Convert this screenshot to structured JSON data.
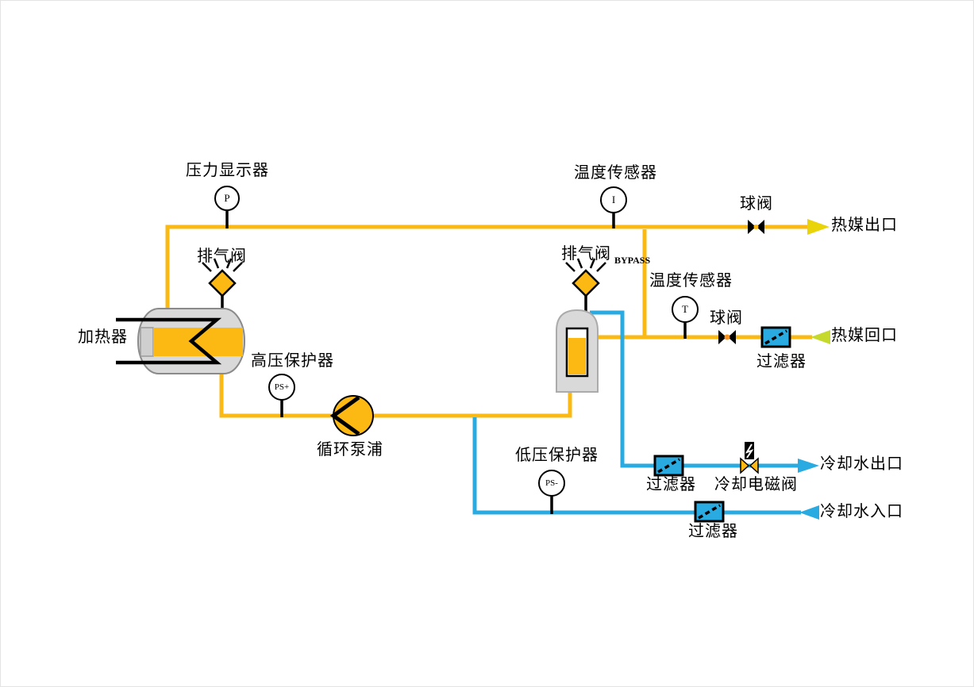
{
  "title": "heating-cooling piping diagram",
  "labels": {
    "pressure_display": "压力显示器",
    "temp_sensor": "温度传感器",
    "ball_valve": "球阀",
    "exhaust_valve": "排气阀",
    "bypass": "BYPASS",
    "heater": "加热器",
    "hp_protector": "高压保护器",
    "pump": "循环泵浦",
    "lp_protector": "低压保护器",
    "filter": "过滤器",
    "cooling_solenoid": "冷却电磁阀"
  },
  "ports": {
    "heat_medium_outlet": "热媒出口",
    "heat_medium_return": "热媒回口",
    "cooling_water_outlet": "冷却水出口",
    "cooling_water_inlet": "冷却水入口"
  },
  "instruments": {
    "pressure": "P",
    "temp_i": "I",
    "temp_t": "T",
    "high_pressure_switch": "PS+",
    "low_pressure_switch": "PS-"
  },
  "colors": {
    "hot_pipe": "#FBB913",
    "cold_pipe": "#29ABE2",
    "symbol_fill": "#FDB913",
    "outlet_arrow": "#E8D409",
    "return_arrow": "#C5D92D",
    "equipment_gray": "#D9D9D9",
    "line_black": "#000000"
  }
}
